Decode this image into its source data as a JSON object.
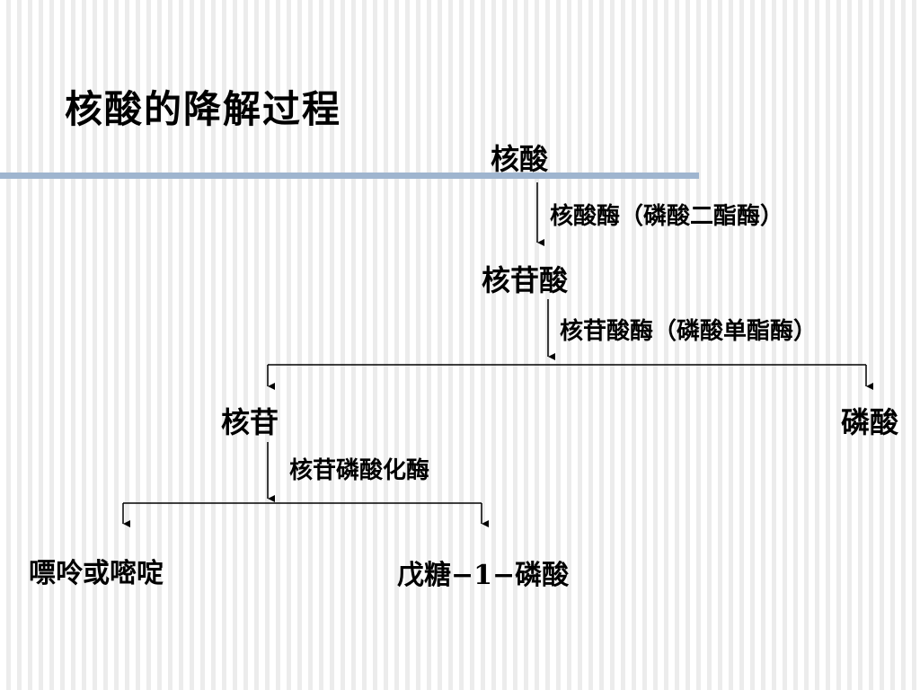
{
  "title": "核酸的降解过程",
  "colors": {
    "rule": "#9fb5cf",
    "stripe_light": "#ffffff",
    "stripe_dark": "#ececec",
    "line": "#000000"
  },
  "nodes": {
    "nucleic_acid": "核酸",
    "nucleotide": "核苷酸",
    "nucleoside": "核苷",
    "phosphate": "磷酸",
    "base": "嘌呤或嘧啶",
    "pentose_phosphate": "戊糖−1−磷酸"
  },
  "enzymes": {
    "nuclease": "核酸酶（磷酸二酯酶）",
    "nucleotidase": "核苷酸酶（磷酸单酯酶）",
    "nucleoside_phosphorylase": "核苷磷酸化酶"
  }
}
